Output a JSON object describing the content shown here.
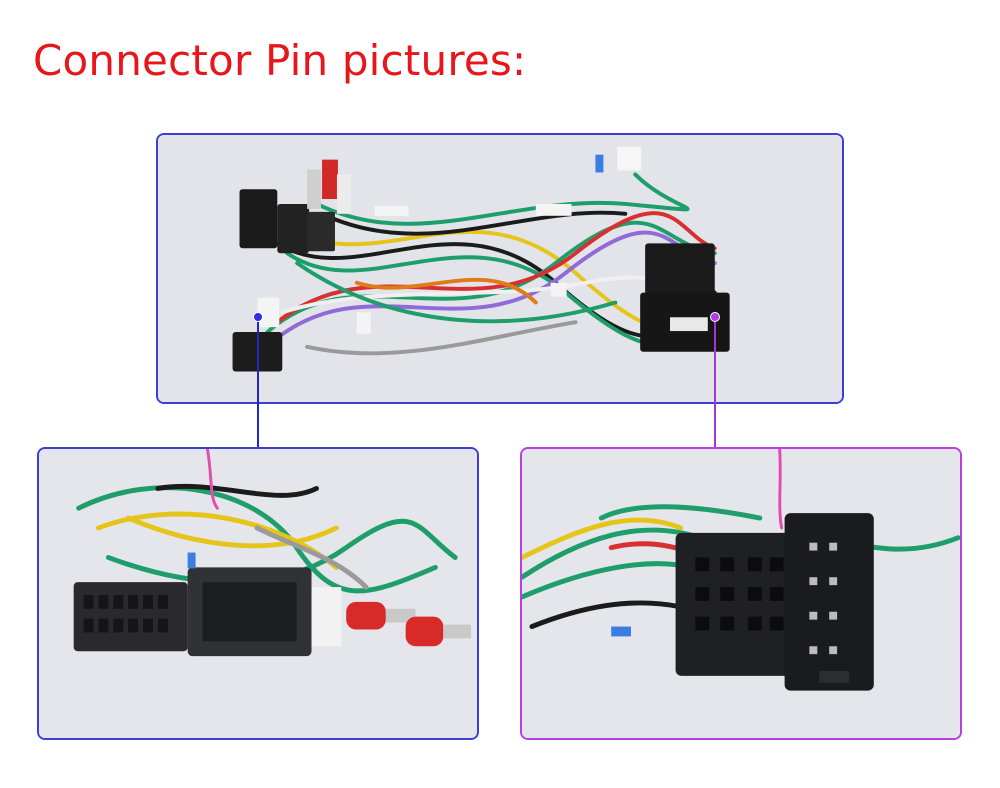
{
  "title": {
    "text": "Connector Pin pictures:",
    "color": "#e8151b"
  },
  "colors": {
    "frame_blue": "#3a3fd8",
    "frame_purple": "#b83fe0",
    "line_blue": "#2326c4",
    "line_purple": "#a735d6",
    "dot_blue": "#2a2fe0",
    "dot_purple": "#b13ee6"
  },
  "images": [
    {
      "name": "wiring-harness-overview",
      "icon": "wiring-harness-photo"
    },
    {
      "name": "multi-pin-connector-closeup",
      "icon": "connector-closeup-photo"
    },
    {
      "name": "iso-connector-closeup",
      "icon": "iso-connector-photo"
    }
  ]
}
